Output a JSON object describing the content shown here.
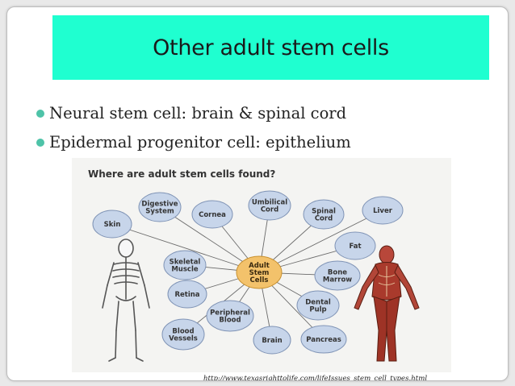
{
  "slide": {
    "title": "Other adult stem cells",
    "bullets": [
      "Neural stem cell: brain & spinal cord",
      "Epidermal progenitor cell: epithelium"
    ],
    "source": "http://www.texasrighttolife.com/lifeIssues_stem_cell_types.html",
    "colors": {
      "title_bg": "#1fffd0",
      "bullet": "#4ec3a8",
      "node_fill": "#c7d5ea",
      "center_fill": "#f3c26b"
    }
  },
  "diagram": {
    "title": "Where are adult stem cells found?",
    "center": {
      "lines": [
        "Adult",
        "Stem",
        "Cells"
      ]
    },
    "nodes": [
      {
        "id": "skin",
        "lines": [
          "Skin"
        ]
      },
      {
        "id": "digestive-system",
        "lines": [
          "Digestive",
          "System"
        ]
      },
      {
        "id": "cornea",
        "lines": [
          "Cornea"
        ]
      },
      {
        "id": "umbilical-cord",
        "lines": [
          "Umbilical",
          "Cord"
        ]
      },
      {
        "id": "spinal-cord",
        "lines": [
          "Spinal",
          "Cord"
        ]
      },
      {
        "id": "liver",
        "lines": [
          "Liver"
        ]
      },
      {
        "id": "fat",
        "lines": [
          "Fat"
        ]
      },
      {
        "id": "bone-marrow",
        "lines": [
          "Bone",
          "Marrow"
        ]
      },
      {
        "id": "dental-pulp",
        "lines": [
          "Dental",
          "Pulp"
        ]
      },
      {
        "id": "pancreas",
        "lines": [
          "Pancreas"
        ]
      },
      {
        "id": "brain",
        "lines": [
          "Brain"
        ]
      },
      {
        "id": "peripheral-blood",
        "lines": [
          "Peripheral",
          "Blood"
        ]
      },
      {
        "id": "blood-vessels",
        "lines": [
          "Blood",
          "Vessels"
        ]
      },
      {
        "id": "retina",
        "lines": [
          "Retina"
        ]
      },
      {
        "id": "skeletal-muscle",
        "lines": [
          "Skeletal",
          "Muscle"
        ]
      }
    ],
    "illustrations": [
      "skeleton-figure",
      "muscle-figure"
    ]
  }
}
